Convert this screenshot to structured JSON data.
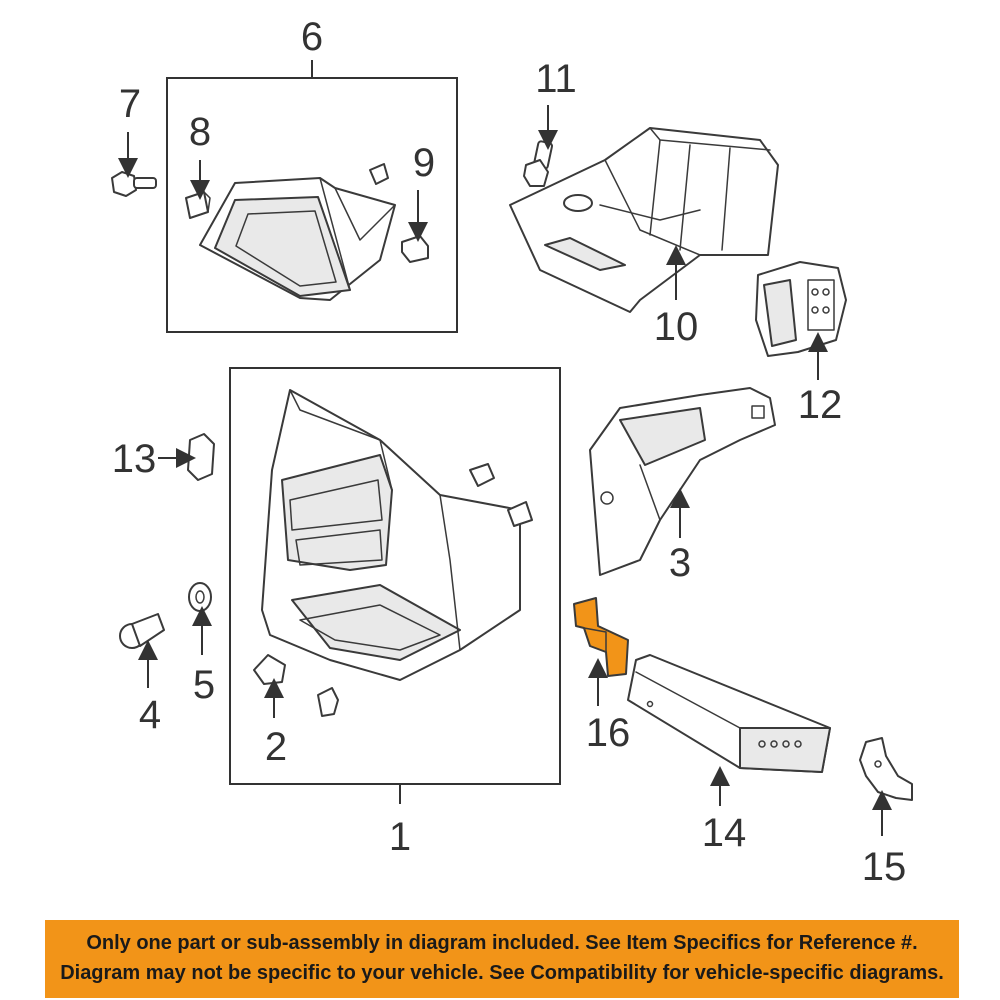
{
  "callouts": {
    "c1": "1",
    "c2": "2",
    "c3": "3",
    "c4": "4",
    "c5": "5",
    "c6": "6",
    "c7": "7",
    "c8": "8",
    "c9": "9",
    "c10": "10",
    "c11": "11",
    "c12": "12",
    "c13": "13",
    "c14": "14",
    "c15": "15",
    "c16": "16"
  },
  "highlight": {
    "part": "16",
    "color": "#f29418"
  },
  "banner": {
    "color": "#f29418",
    "line1": "Only one part or sub-assembly in diagram included. See Item Specifics for Reference #.",
    "line2": "Diagram may not be specific to your vehicle. See Compatibility for vehicle-specific diagrams."
  }
}
